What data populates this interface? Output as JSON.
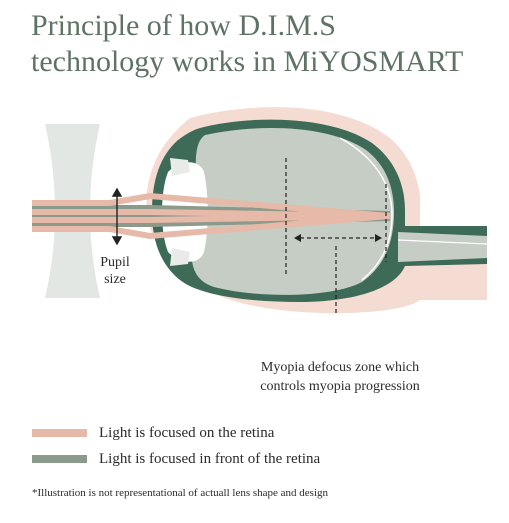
{
  "title": {
    "line1": "Principle of how D.I.M.S",
    "line2": "technology works in MiYOSMART"
  },
  "labels": {
    "pupil_line1": "Pupil",
    "pupil_line2": "size",
    "defocus_line1": "Myopia defocus zone which",
    "defocus_line2": "controls myopia progression"
  },
  "legend": [
    {
      "text": "Light is focused on the retina",
      "color": "#e6b9a8"
    },
    {
      "text": "Light is focused in front of the retina",
      "color": "#8c9a8c"
    }
  ],
  "footnote": "*Illustration is not representational of actuall lens shape and design",
  "colors": {
    "title": "#5f7365",
    "sclera_outer": "#f4dcd3",
    "eye_wall": "#3e6a58",
    "vitreous": "#c6cdc4",
    "lens_concave": "#e3e7e3",
    "light_focused": "#e6b9a8",
    "light_front": "#8c9a8c"
  }
}
